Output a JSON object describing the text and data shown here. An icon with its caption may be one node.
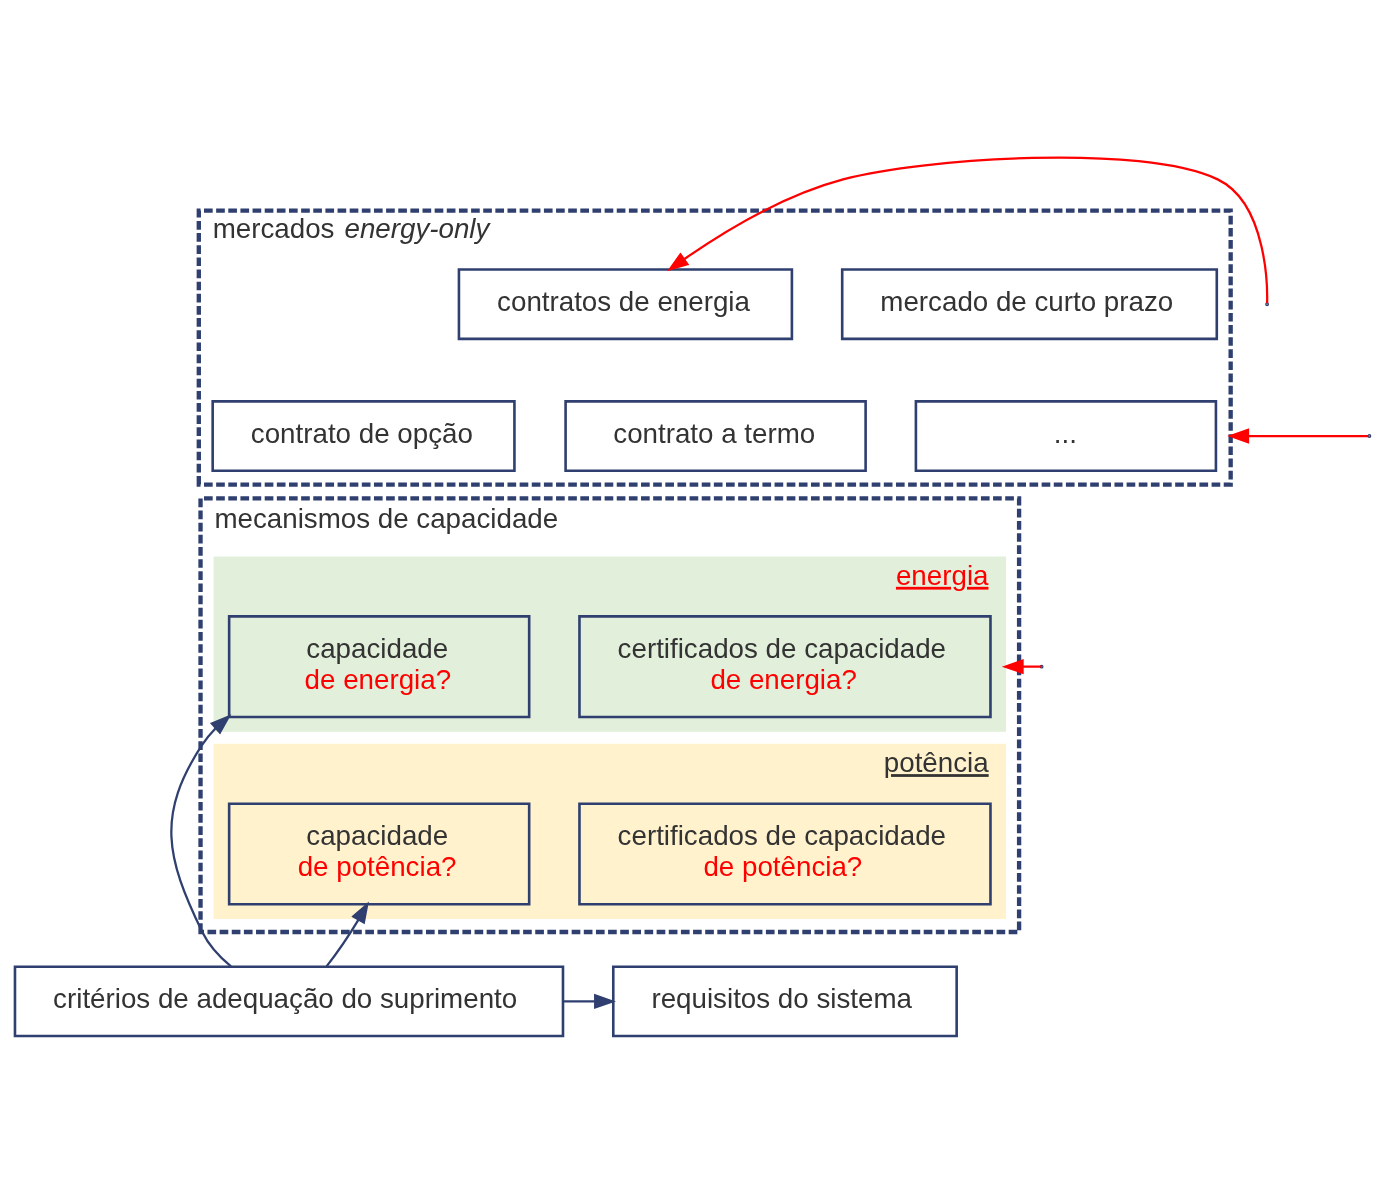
{
  "diagram": {
    "nodes": [
      {
        "text": [
          "mercados *energy-only*"
        ]
      },
      {
        "text": [
          "mercado de curto prazo"
        ],
        "in": 0
      },
      {
        "text": [
          "contratos de energia"
        ],
        "in": 0
      },
      {
        "text": [
          "contrato a termo"
        ],
        "in": 0
      },
      {
        "text": [
          "contrato de opção"
        ],
        "in": 0
      },
      {
        "text": [
          "..."
        ],
        "in": 0
      },
      {
        "text": [
          "mecanismos de capacidade"
        ]
      },
      {
        "text": [
          "energia"
        ],
        "in": 6
      },
      {
        "text": [
          "capacidade",
          "de energia?"
        ],
        "in": 7
      },
      {
        "text": [
          "certificados de capacidade",
          "de energia?"
        ],
        "in": 7
      },
      {
        "text": [
          "potência"
        ],
        "in": 6
      },
      {
        "text": [
          "capacidade",
          "de potência?"
        ],
        "in": 10
      },
      {
        "text": [
          "certificados de capacidade",
          "de potência?"
        ],
        "in": 10
      },
      {
        "text": [
          "critérios de adequação do suprimento"
        ]
      },
      {
        "text": [
          "requisitos do sistema"
        ]
      }
    ],
    "edges": [
      {
        "from": null,
        "to": 0,
        "arrow": "to",
        "color": "#ff0000"
      },
      {
        "from": null,
        "to": 2,
        "arrow": "to",
        "color": "#ff0000"
      },
      {
        "from": null,
        "to": 7,
        "arrow": "to",
        "color": "#ff0000"
      },
      {
        "from": 13,
        "to": 8,
        "arrow": "to",
        "color": "#2f3f6f"
      },
      {
        "from": 13,
        "to": 11,
        "arrow": "to",
        "color": "#2f3f6f"
      },
      {
        "from": 13,
        "to": 14,
        "arrow": "to",
        "color": "#2f3f6f"
      }
    ]
  }
}
